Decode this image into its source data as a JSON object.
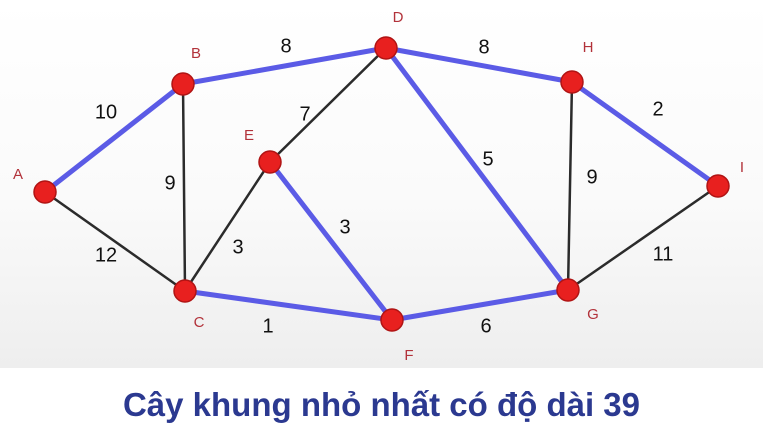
{
  "colors": {
    "mst_edge": "#5b5be6",
    "other_edge": "#2b2b2b",
    "vertex_fill": "#e8201f",
    "vertex_stroke": "#b01414",
    "vertex_label": "#b2323a",
    "caption": "#2b3990"
  },
  "graph": {
    "vertices": [
      {
        "id": "A",
        "label": "A"
      },
      {
        "id": "B",
        "label": "B"
      },
      {
        "id": "C",
        "label": "C"
      },
      {
        "id": "D",
        "label": "D"
      },
      {
        "id": "E",
        "label": "E"
      },
      {
        "id": "F",
        "label": "F"
      },
      {
        "id": "G",
        "label": "G"
      },
      {
        "id": "H",
        "label": "H"
      },
      {
        "id": "I",
        "label": "I"
      }
    ],
    "edges": [
      {
        "from": "A",
        "to": "B",
        "weight": "10",
        "in_mst": true
      },
      {
        "from": "A",
        "to": "C",
        "weight": "12",
        "in_mst": false
      },
      {
        "from": "B",
        "to": "C",
        "weight": "9",
        "in_mst": false
      },
      {
        "from": "B",
        "to": "D",
        "weight": "8",
        "in_mst": true
      },
      {
        "from": "C",
        "to": "E",
        "weight": "3",
        "in_mst": false
      },
      {
        "from": "C",
        "to": "F",
        "weight": "1",
        "in_mst": true
      },
      {
        "from": "E",
        "to": "D",
        "weight": "7",
        "in_mst": false
      },
      {
        "from": "E",
        "to": "F",
        "weight": "3",
        "in_mst": true
      },
      {
        "from": "D",
        "to": "H",
        "weight": "8",
        "in_mst": true
      },
      {
        "from": "D",
        "to": "G",
        "weight": "5",
        "in_mst": true
      },
      {
        "from": "F",
        "to": "G",
        "weight": "6",
        "in_mst": true
      },
      {
        "from": "H",
        "to": "G",
        "weight": "9",
        "in_mst": false
      },
      {
        "from": "H",
        "to": "I",
        "weight": "2",
        "in_mst": true
      },
      {
        "from": "G",
        "to": "I",
        "weight": "11",
        "in_mst": false
      }
    ]
  },
  "caption": "Cây khung nhỏ nhất có độ dài 39"
}
